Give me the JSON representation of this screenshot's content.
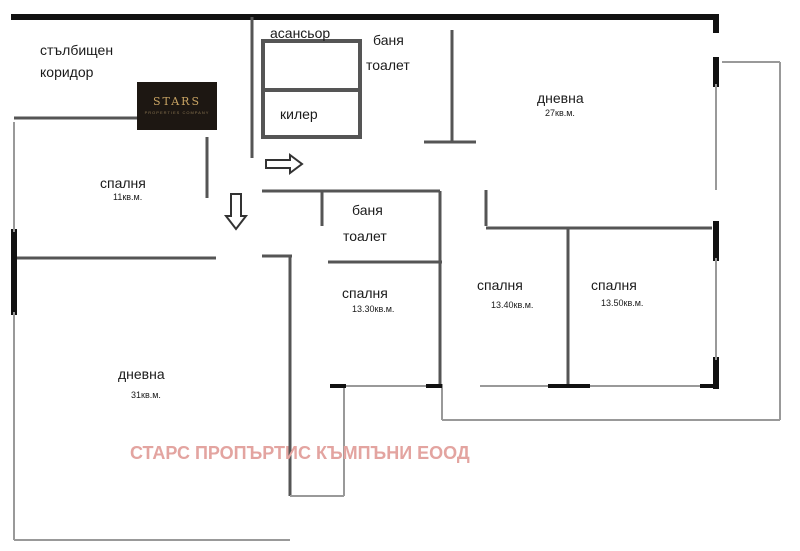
{
  "rooms": {
    "stairs_corridor_line1": "стълбищен",
    "stairs_corridor_line2": "коридор",
    "elevator": "асансьор",
    "storage": "килер",
    "bath1": "баня",
    "toilet1": "тоалет",
    "bath2": "баня",
    "toilet2": "тоалет",
    "living_right": {
      "name": "дневна",
      "area": "27кв.м."
    },
    "bedroom_left": {
      "name": "спалня",
      "area": "11кв.м."
    },
    "bedroom_center": {
      "name": "спалня",
      "area": "13.30кв.м."
    },
    "bedroom_mid": {
      "name": "спалня",
      "area": "13.40кв.м."
    },
    "bedroom_right": {
      "name": "спалня",
      "area": "13.50кв.м."
    },
    "living_left": {
      "name": "дневна",
      "area": "31кв.м."
    }
  },
  "logo": {
    "text": "STARS",
    "subtext": "PROPERTIES COMPANY"
  },
  "watermark": "СТАРС ПРОПЪРТИС КЪМПЪНИ ЕООД",
  "colors": {
    "wall": "#111111",
    "partition": "#666666",
    "window": "#9a9a9a",
    "watermark": "#e3a4a0",
    "logo_bg": "#1d1712",
    "logo_gold": "#c9a463"
  }
}
